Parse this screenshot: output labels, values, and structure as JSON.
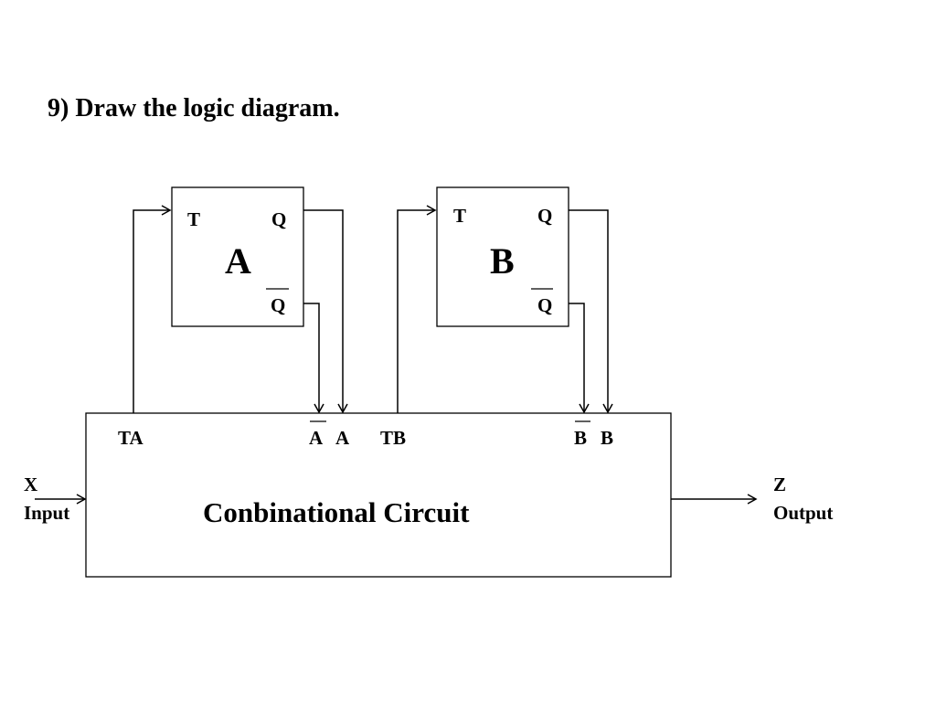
{
  "title": "9) Draw the logic diagram.",
  "flipflop_a": {
    "name": "A",
    "t": "T",
    "q": "Q",
    "q_not": "Q"
  },
  "flipflop_b": {
    "name": "B",
    "t": "T",
    "q": "Q",
    "q_not": "Q"
  },
  "circuit": {
    "label": "Conbinational Circuit",
    "pins": {
      "ta": "TA",
      "a_not": "A",
      "a": "A",
      "tb": "TB",
      "b_not": "B",
      "b": "B"
    }
  },
  "input": {
    "symbol": "X",
    "label": "Input"
  },
  "output": {
    "symbol": "Z",
    "label": "Output"
  }
}
